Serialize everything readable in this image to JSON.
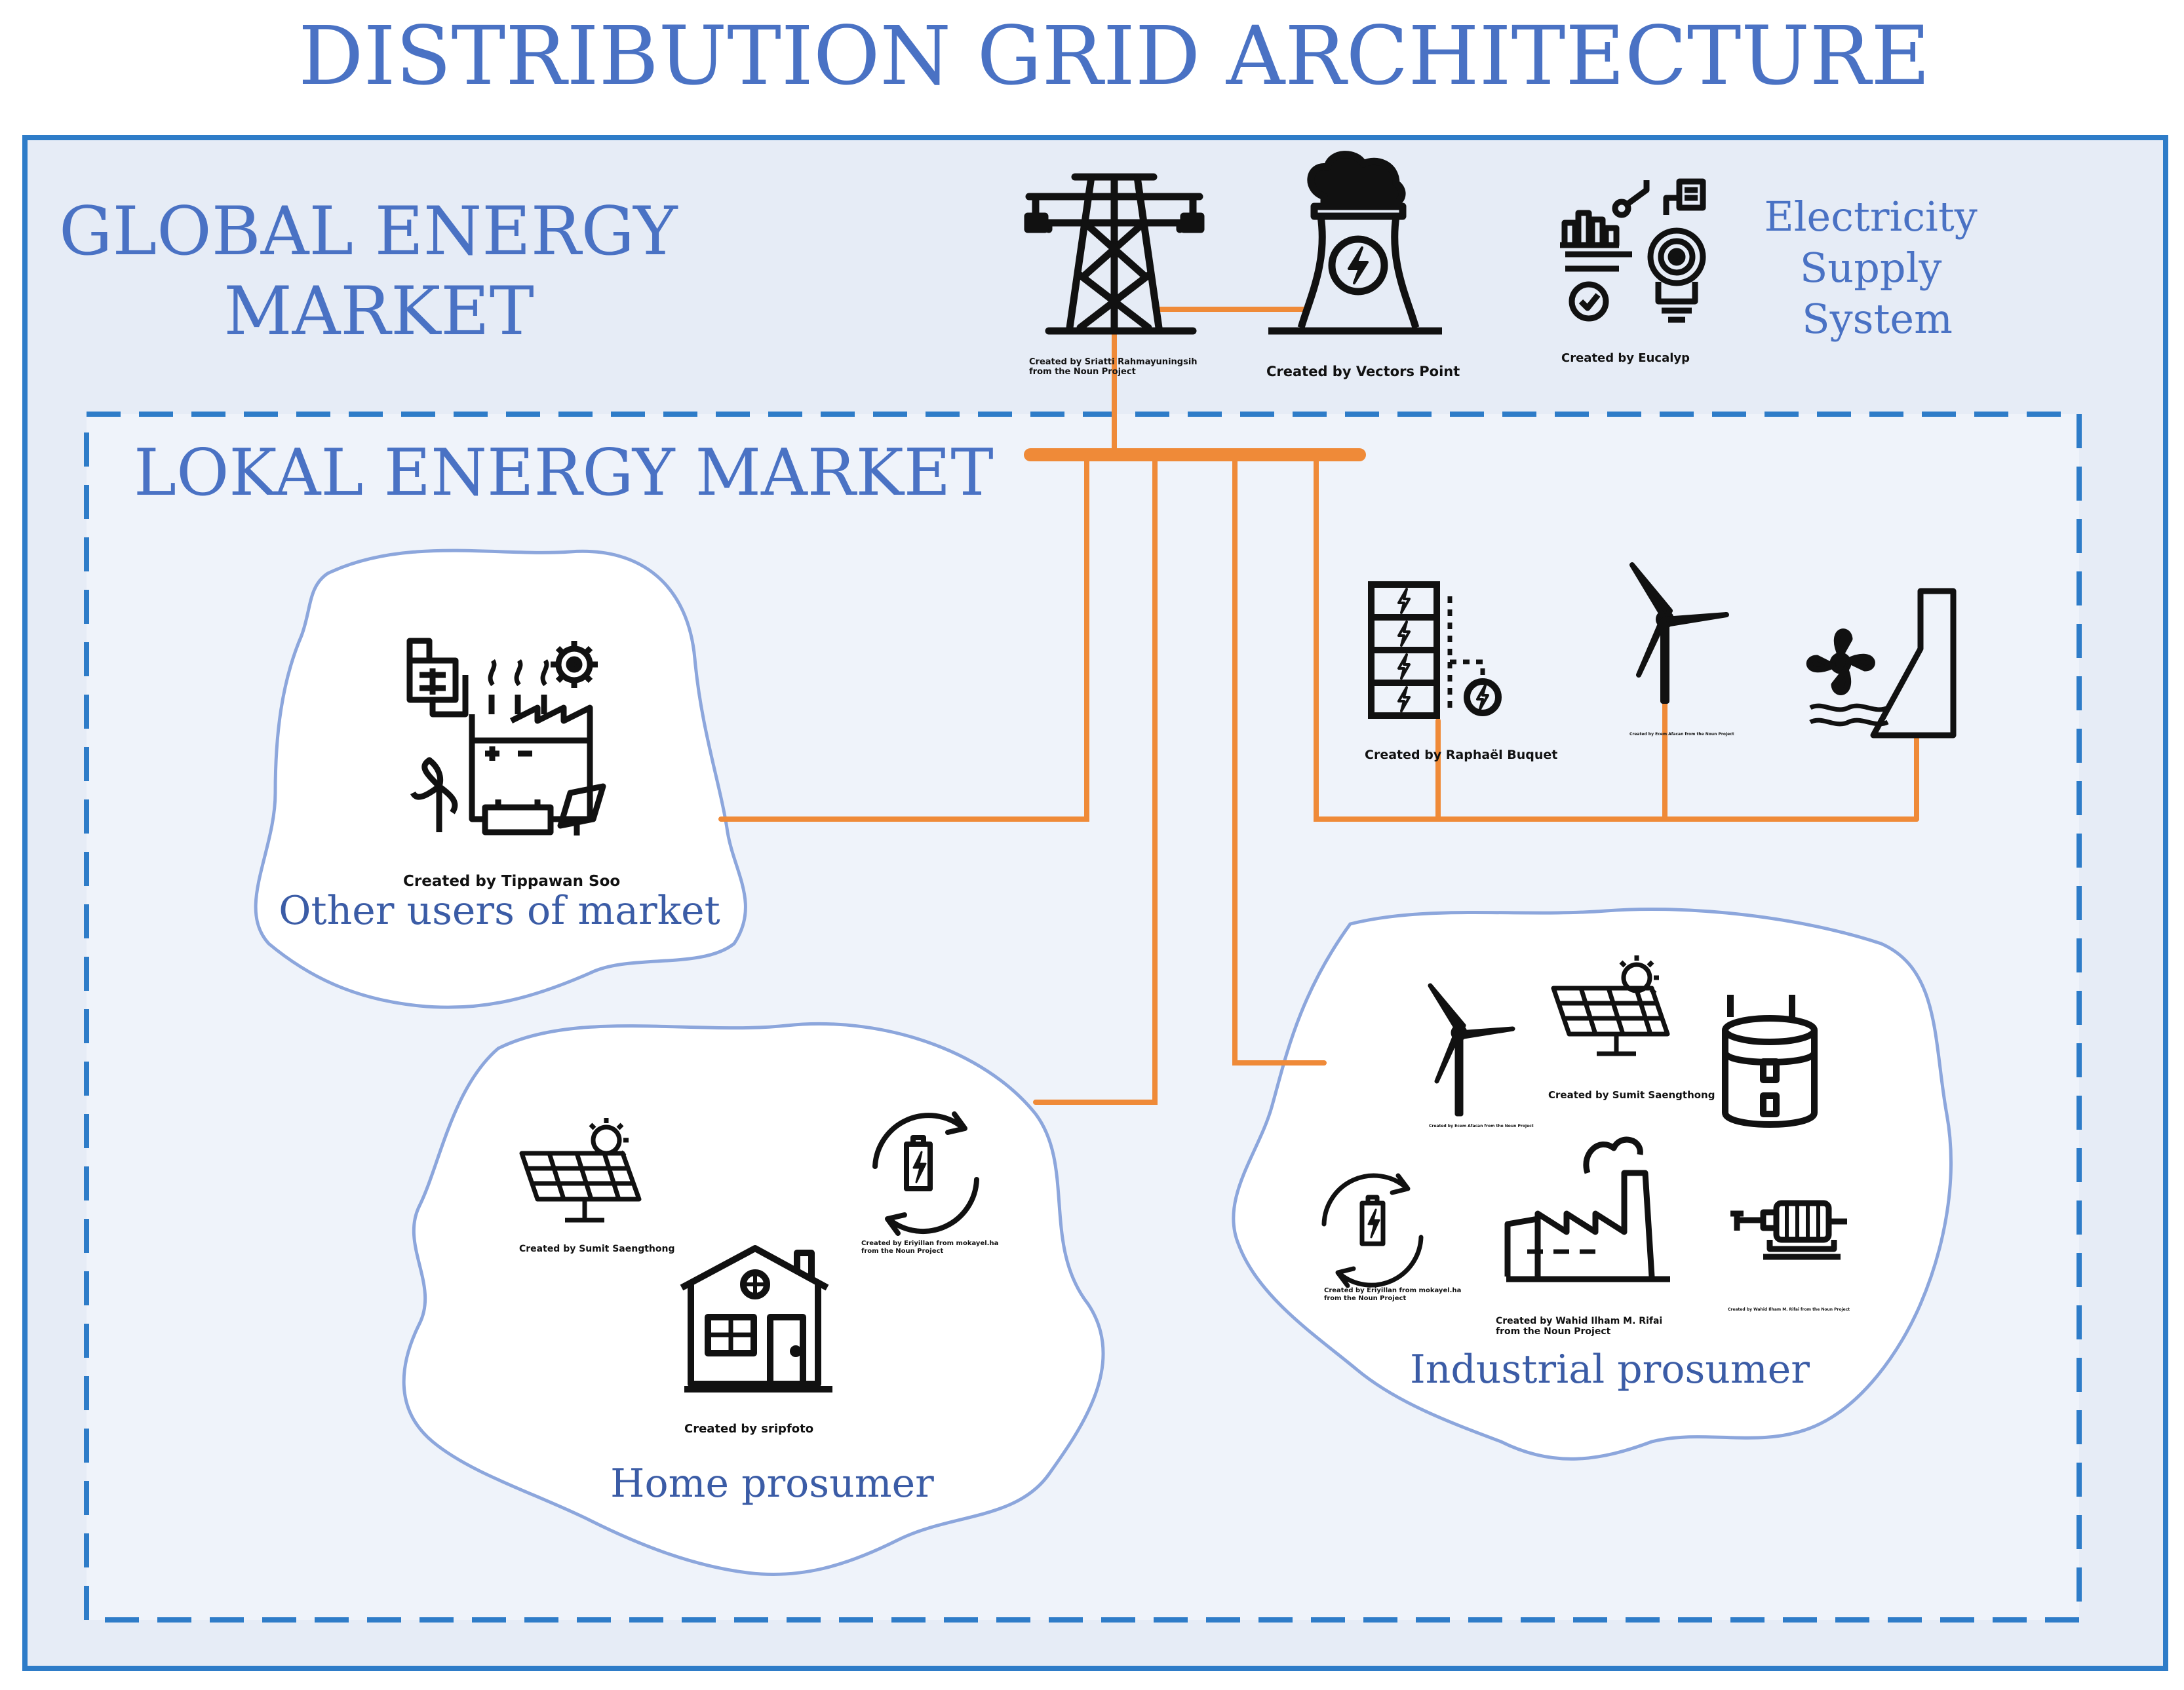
{
  "title": "DISTRIBUTION GRID ARCHITECTURE",
  "global": {
    "label_line1": "GLOBAL ENERGY",
    "label_line2": "MARKET"
  },
  "supply": {
    "line1": "Electricity",
    "line2": "Supply",
    "line3": "System"
  },
  "local": {
    "label": "LOKAL ENERGY MARKET"
  },
  "clouds": {
    "other_users": "Other users of market",
    "home": "Home prosumer",
    "industrial": "Industrial prosumer"
  },
  "credits": {
    "tower_1": "Created by Sriatti Rahmayuningsih",
    "tower_2": "from the Noun Project",
    "plant": "Created by Vectors Point",
    "eucalyp": "Created by Eucalyp",
    "battery": "Created by Raphaël Buquet",
    "wind": "Created by Ecem Afacan from the Noun Project",
    "industry_icon": "Created by Tippawan Soo",
    "home_solar": "Created by Sumit Saengthong",
    "home_battery_1": "Created by Eriyillan from mokayel.ha",
    "home_battery_2": "from the Noun Project",
    "house": "Created by sripfoto",
    "ind_solar": "Created by Sumit Saengthong",
    "ind_wind": "Created by Ecem Afacan from the Noun Project",
    "ind_battery_1": "Created by Eriyillan from mokayel.ha",
    "ind_battery_2": "from the Noun Project",
    "factory_1": "Created by Wahid Ilham M. Rifai",
    "factory_2": "from the Noun Project",
    "motor": "Created by Wahid Ilham M. Rifai from the Noun Project"
  },
  "colors": {
    "title_blue": "#4a72c4",
    "frame_blue": "#2e7cc8",
    "grid_orange": "#ef8a38",
    "cloud_stroke": "#8ca6dc",
    "outer_fill": "#e6ecf6",
    "inner_fill": "#eff3fa"
  },
  "icons": [
    "transmission-tower-icon",
    "power-plant-icon",
    "analytics-lightbulb-icon",
    "battery-storage-icon",
    "wind-turbine-icon",
    "hydro-dam-icon",
    "industry-icon",
    "solar-panel-icon",
    "battery-cycle-icon",
    "house-icon",
    "storage-tank-icon",
    "factory-icon",
    "motor-pump-icon"
  ]
}
